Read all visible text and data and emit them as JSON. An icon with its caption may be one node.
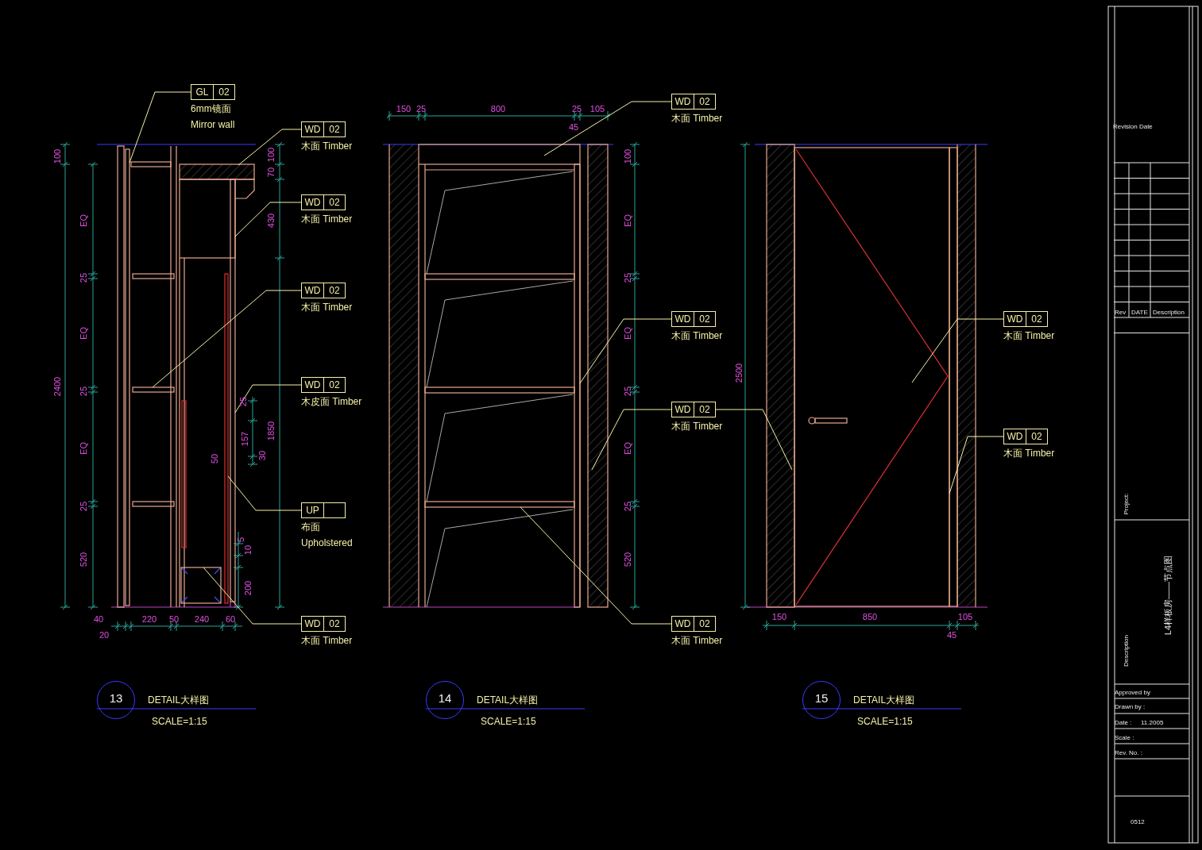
{
  "diagram": {
    "nodes": [
      {
        "text": [
          "GL",
          "02"
        ],
        "beside": [
          "6mm镜面",
          "Mirror wall"
        ]
      },
      {
        "text": [
          "WD",
          "02"
        ],
        "beside": [
          "木面 Timber"
        ]
      },
      {
        "text": [
          "WD",
          "02"
        ],
        "beside": [
          "木面 Timber"
        ]
      },
      {
        "text": [
          "WD",
          "02"
        ],
        "beside": [
          "木面 Timber"
        ]
      },
      {
        "text": [
          "WD",
          "02"
        ],
        "beside": [
          "木皮面 Timber"
        ]
      },
      {
        "text": [
          "UP"
        ],
        "beside": [
          "布面",
          "Upholstered"
        ]
      },
      {
        "text": [
          "WD",
          "02"
        ],
        "beside": [
          "木面 Timber"
        ]
      },
      {
        "text": [
          "WD",
          "02"
        ],
        "beside": [
          "木面 Timber"
        ]
      },
      {
        "text": [
          "WD",
          "02"
        ],
        "beside": [
          "木面 Timber"
        ]
      },
      {
        "text": [
          "WD",
          "02"
        ],
        "beside": [
          "木面 Timber"
        ]
      },
      {
        "text": [
          "WD",
          "02"
        ],
        "beside": [
          "木面 Timber"
        ]
      },
      {
        "text": [
          "WD",
          "02"
        ],
        "beside": [
          "木面 Timber"
        ]
      },
      {
        "text": [
          "WD",
          "02"
        ],
        "beside": [
          "木面 Timber"
        ]
      },
      {
        "text": [
          "13"
        ],
        "beside": [
          "DETAIL大样图",
          "SCALE=1:15"
        ]
      },
      {
        "text": [
          "14"
        ],
        "beside": [
          "DETAIL大样图",
          "SCALE=1:15"
        ]
      },
      {
        "text": [
          "15"
        ],
        "beside": [
          "DETAIL大样图",
          "SCALE=1:15"
        ]
      },
      {
        "text": [],
        "shape": "box"
      },
      {
        "text": [],
        "shape": "box"
      },
      {
        "text": [],
        "shape": "box"
      },
      {
        "text": [],
        "shape": "box"
      },
      {
        "text": [],
        "shape": "box"
      },
      {
        "text": [],
        "shape": "box"
      },
      {
        "text": [],
        "shape": "box"
      },
      {
        "text": [],
        "shape": "box"
      },
      {
        "text": [],
        "shape": "box"
      },
      {
        "text": [],
        "shape": "box"
      },
      {
        "text": [],
        "shape": "box"
      },
      {
        "text": [],
        "shape": "box"
      },
      {
        "text": [],
        "shape": "box"
      },
      {
        "text": [],
        "shape": "box"
      }
    ],
    "edges": [
      {
        "from": 0,
        "to": 16,
        "arrow": "none"
      },
      {
        "from": 1,
        "to": 17,
        "arrow": "none"
      },
      {
        "from": 2,
        "to": 18,
        "arrow": "none"
      },
      {
        "from": 3,
        "to": 19,
        "arrow": "none"
      },
      {
        "from": 4,
        "to": 20,
        "arrow": "none"
      },
      {
        "from": 5,
        "to": 21,
        "arrow": "none"
      },
      {
        "from": 6,
        "to": 22,
        "arrow": "none"
      },
      {
        "from": 7,
        "to": 23,
        "arrow": "none"
      },
      {
        "from": 8,
        "to": 24,
        "arrow": "none"
      },
      {
        "from": 9,
        "to": 25,
        "arrow": "none"
      },
      {
        "from": 9,
        "to": 27,
        "arrow": "none"
      },
      {
        "from": 10,
        "to": 26,
        "arrow": "none"
      },
      {
        "from": 11,
        "to": 28,
        "arrow": "none"
      },
      {
        "from": 12,
        "to": 29,
        "arrow": "none"
      }
    ],
    "labels": [
      "100",
      "2400",
      "EQ",
      "25",
      "EQ",
      "25",
      "EQ",
      "25",
      "520",
      "100",
      "70",
      "430",
      "1850",
      "25",
      "157",
      "50",
      "30",
      "5",
      "10",
      "200",
      "40",
      "220",
      "50",
      "240",
      "60",
      "20",
      "150",
      "25",
      "800",
      "25",
      "105",
      "45",
      "100",
      "EQ",
      "25",
      "EQ",
      "25",
      "EQ",
      "25",
      "520",
      "2500",
      "150",
      "850",
      "105",
      "45",
      "Revision Date",
      "Rev",
      "DATE",
      "Description",
      "Project:",
      "L4样板房——节点图",
      "Description",
      "Approved by",
      "Drawn by :",
      "Date :",
      "11.2005",
      "Scale :",
      "Rev. No. :",
      "0512"
    ]
  }
}
